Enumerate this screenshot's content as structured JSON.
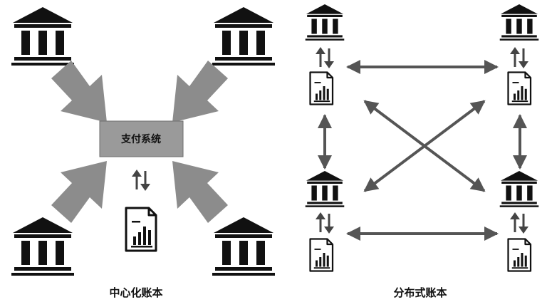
{
  "centralized": {
    "center_label": "支付系统",
    "caption": "中心化账本"
  },
  "distributed": {
    "caption": "分布式账本"
  },
  "icons": {
    "bank": "bank-icon",
    "ledger": "ledger-document-icon",
    "exchange": "two-way-arrow-icon"
  },
  "colors": {
    "bank": "#111111",
    "arrow_big": "#8c8c8c",
    "arrow_thin": "#555555",
    "center_box": "#9a9a9a"
  }
}
